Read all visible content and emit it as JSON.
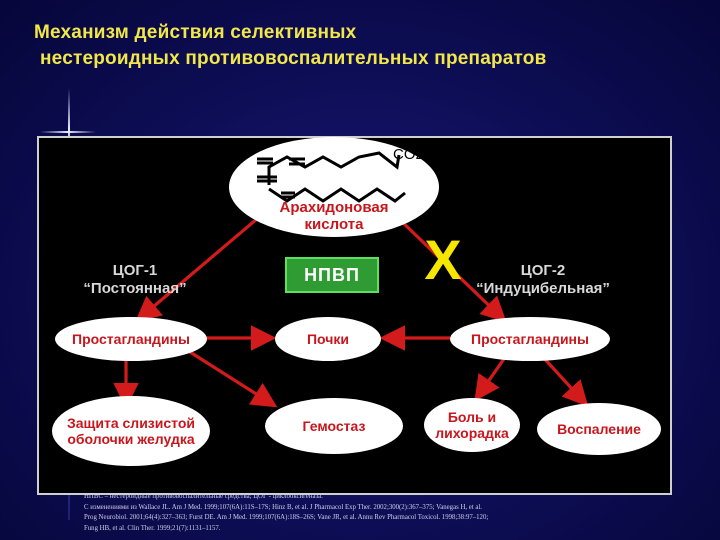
{
  "title": {
    "line1": "Механизм действия селективных",
    "line2": "нестероидных противовоспалительных препаратов"
  },
  "diagram": {
    "co2_label": "CO2",
    "arachidonic_line1": "Арахидоновая",
    "arachidonic_line2": "кислота",
    "cox1_line1": "ЦОГ-1",
    "cox1_line2": "“Постоянная”",
    "cox2_line1": "ЦОГ-2",
    "cox2_line2": "“Индуцибельная”",
    "nsaid_label": "НПВП",
    "block_mark": "X",
    "prostaglandins_left": "Простагландины",
    "kidneys": "Почки",
    "prostaglandins_right": "Простагландины",
    "gastric_line1": "Защита слизистой",
    "gastric_line2": "оболочки желудка",
    "hemostasis": "Гемостаз",
    "pain_line1": "Боль и",
    "pain_line2": "лихорадка",
    "inflammation": "Воспаление"
  },
  "colors": {
    "title": "#f2e74a",
    "node_text": "#c8161d",
    "arrow": "#d31b1b",
    "nsaid_bg": "#2e9c33",
    "block_mark": "#f5e700"
  },
  "footnote": {
    "line1": "НПВС – нестероидные противовоспалительные средства; ЦОГ - циклооксигеназа.",
    "line2": "С изменениями из Wallace JL. Am J Med. 1999;107(6A):11S–17S; Hinz B, et al. J Pharmacol Exp Ther. 2002;300(2):367–375; Vanegas H, et al.",
    "line3": "Prog Neurobiol. 2001;64(4):327–363; Furst DE. Am J Med. 1999;107(6A):18S–26S; Vane JR, et al. Annu Rev Pharmacol Toxicol. 1998;38:97–120;",
    "line4": "Fung HB, et al. Clin Ther. 1999;21(7):1131–1157."
  }
}
